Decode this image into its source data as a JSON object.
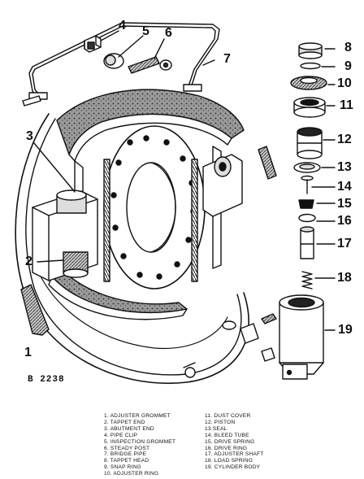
{
  "figure_ref": "B 2238",
  "callouts": [
    {
      "id": "1",
      "text": "1"
    },
    {
      "id": "2",
      "text": "2"
    },
    {
      "id": "3",
      "text": "3"
    },
    {
      "id": "4",
      "text": "4"
    },
    {
      "id": "5",
      "text": "5"
    },
    {
      "id": "6",
      "text": "6"
    },
    {
      "id": "7",
      "text": "7"
    },
    {
      "id": "8",
      "text": "8"
    },
    {
      "id": "9",
      "text": "9"
    },
    {
      "id": "10",
      "text": "10"
    },
    {
      "id": "11",
      "text": "11"
    },
    {
      "id": "12",
      "text": "12"
    },
    {
      "id": "13",
      "text": "13"
    },
    {
      "id": "14",
      "text": "14"
    },
    {
      "id": "15",
      "text": "15"
    },
    {
      "id": "16",
      "text": "16"
    },
    {
      "id": "17",
      "text": "17"
    },
    {
      "id": "18",
      "text": "18"
    },
    {
      "id": "19",
      "text": "19"
    }
  ],
  "legend": {
    "left": [
      "1.   ADJUSTER GROMMET",
      "2.   TAPPET END",
      "3.   ABUTMENT END",
      "4.   PIPE CLIP",
      "5.   INSPECTION GROMMET",
      "6.   STEADY POST",
      "7.   BRIDGE PIPE",
      "8.   TAPPET HEAD",
      "9.   SNAP RING",
      "10. ADJUSTER RING"
    ],
    "right": [
      "11. DUST COVER",
      "12. PISTON",
      "13.SEAL",
      "14. BLEED TUBE",
      "15. DRIVE SPRING",
      "16. DRIVE RING",
      "17. ADJUSTER SHAFT",
      "18. LOAD SPRING",
      "19. CYLINDER BODY"
    ]
  }
}
